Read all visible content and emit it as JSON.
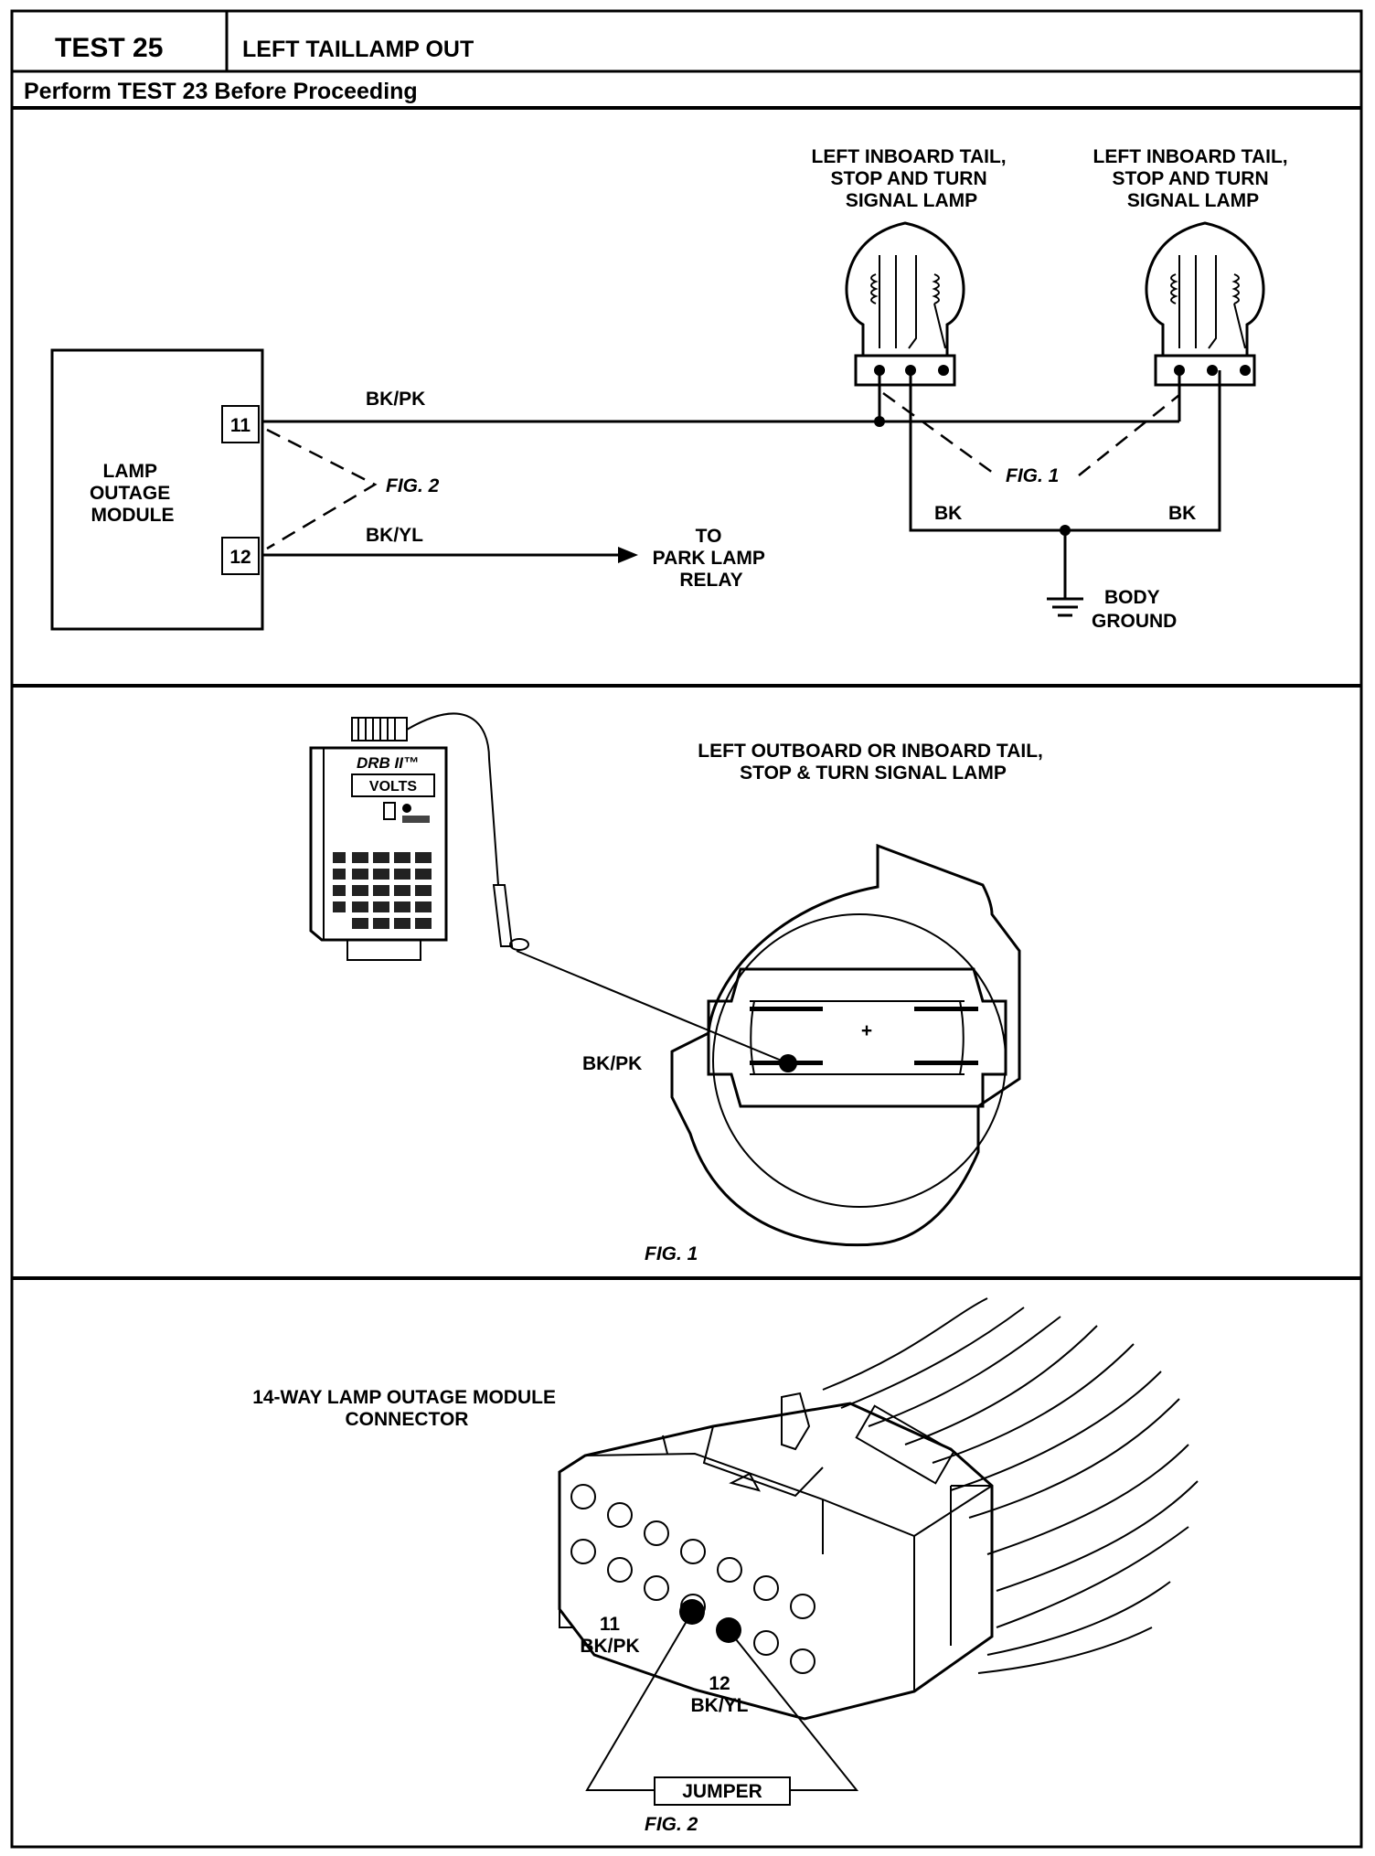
{
  "header": {
    "test_number": "TEST 25",
    "test_title": "LEFT TAILLAMP OUT",
    "prerequisite": "Perform TEST 23 Before Proceeding"
  },
  "wiring_diagram": {
    "module": {
      "line1": "LAMP",
      "line2": "OUTAGE",
      "line3": "MODULE"
    },
    "pins": {
      "pin_11": "11",
      "pin_12": "12"
    },
    "wires": {
      "bk_pk": "BK/PK",
      "bk_yl": "BK/YL",
      "bk_left": "BK",
      "bk_right": "BK"
    },
    "fig2_callout": "FIG. 2",
    "fig1_callout": "FIG. 1",
    "destination": {
      "line1": "TO",
      "line2": "PARK LAMP",
      "line3": "RELAY"
    },
    "lamp_left": {
      "line1": "LEFT INBOARD TAIL,",
      "line2": "STOP AND TURN",
      "line3": "SIGNAL LAMP"
    },
    "lamp_right": {
      "line1": "LEFT INBOARD TAIL,",
      "line2": "STOP AND TURN",
      "line3": "SIGNAL LAMP"
    },
    "ground": {
      "line1": "BODY",
      "line2": "GROUND"
    }
  },
  "fig1": {
    "tester_brand": "DRB II™",
    "tester_display": "VOLTS",
    "title_line1": "LEFT OUTBOARD OR INBOARD TAIL,",
    "title_line2": "STOP & TURN SIGNAL LAMP",
    "probe_wire": "BK/PK",
    "plus_sign": "+",
    "caption": "FIG. 1"
  },
  "fig2": {
    "title_line1": "14-WAY LAMP OUTAGE MODULE",
    "title_line2": "CONNECTOR",
    "pin11_num": "11",
    "pin11_wire": "BK/PK",
    "pin12_num": "12",
    "pin12_wire": "BK/YL",
    "jumper": "JUMPER",
    "caption": "FIG. 2"
  }
}
